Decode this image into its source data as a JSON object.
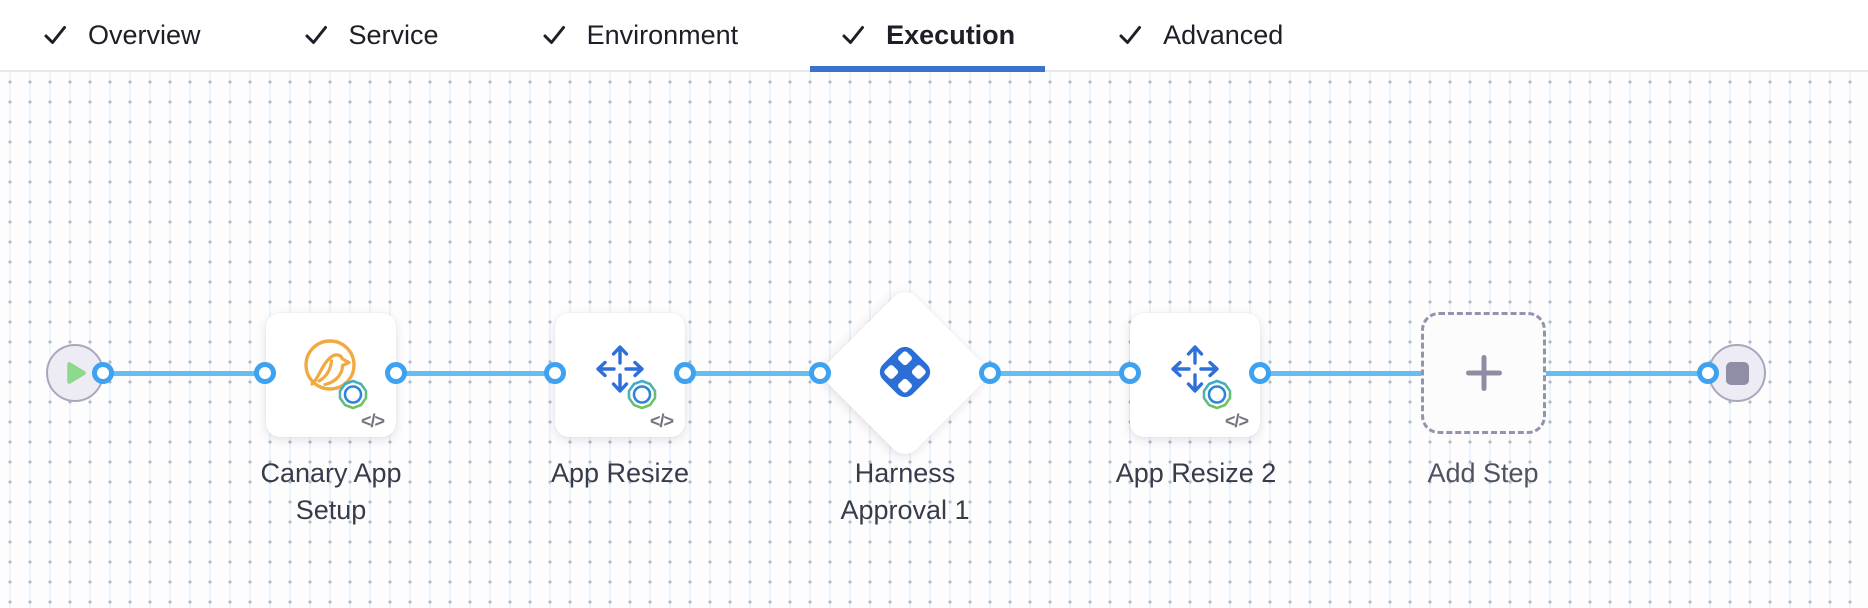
{
  "tab_bar": {
    "tabs": [
      {
        "label": "Overview",
        "checked": true,
        "active": false
      },
      {
        "label": "Service",
        "checked": true,
        "active": false
      },
      {
        "label": "Environment",
        "checked": true,
        "active": false
      },
      {
        "label": "Execution",
        "checked": true,
        "active": true
      },
      {
        "label": "Advanced",
        "checked": true,
        "active": false
      }
    ]
  },
  "pipeline": {
    "code_badge": "</>",
    "nodes": [
      {
        "id": "start",
        "type": "start-node",
        "icon": "play-icon"
      },
      {
        "id": "canary-app-setup",
        "type": "step",
        "label": "Canary App Setup",
        "icon": "canary-icon",
        "has_code_badge": true
      },
      {
        "id": "app-resize",
        "type": "step",
        "label": "App Resize",
        "icon": "resize-arrows-icon",
        "has_code_badge": true
      },
      {
        "id": "harness-approval-1",
        "type": "approval-step",
        "label": "Harness Approval 1",
        "icon": "harness-approval-icon",
        "has_code_badge": false
      },
      {
        "id": "app-resize-2",
        "type": "step",
        "label": "App Resize 2",
        "icon": "resize-arrows-icon",
        "has_code_badge": true
      },
      {
        "id": "add-step",
        "type": "add-step-button",
        "label": "Add Step",
        "icon": "plus-icon"
      },
      {
        "id": "end",
        "type": "end-node",
        "icon": "stop-icon"
      }
    ],
    "colors": {
      "connector_line": "#66BDF1",
      "port_ring": "#3FA2F1",
      "active_tab_underline": "#3B72CE",
      "step_icon_blue": "#2B6FD6",
      "canary_orange": "#F2A93F",
      "play_green": "#8CD98C",
      "start_end_fill": "#EDECF4",
      "start_end_border": "#A9A7BE"
    }
  }
}
